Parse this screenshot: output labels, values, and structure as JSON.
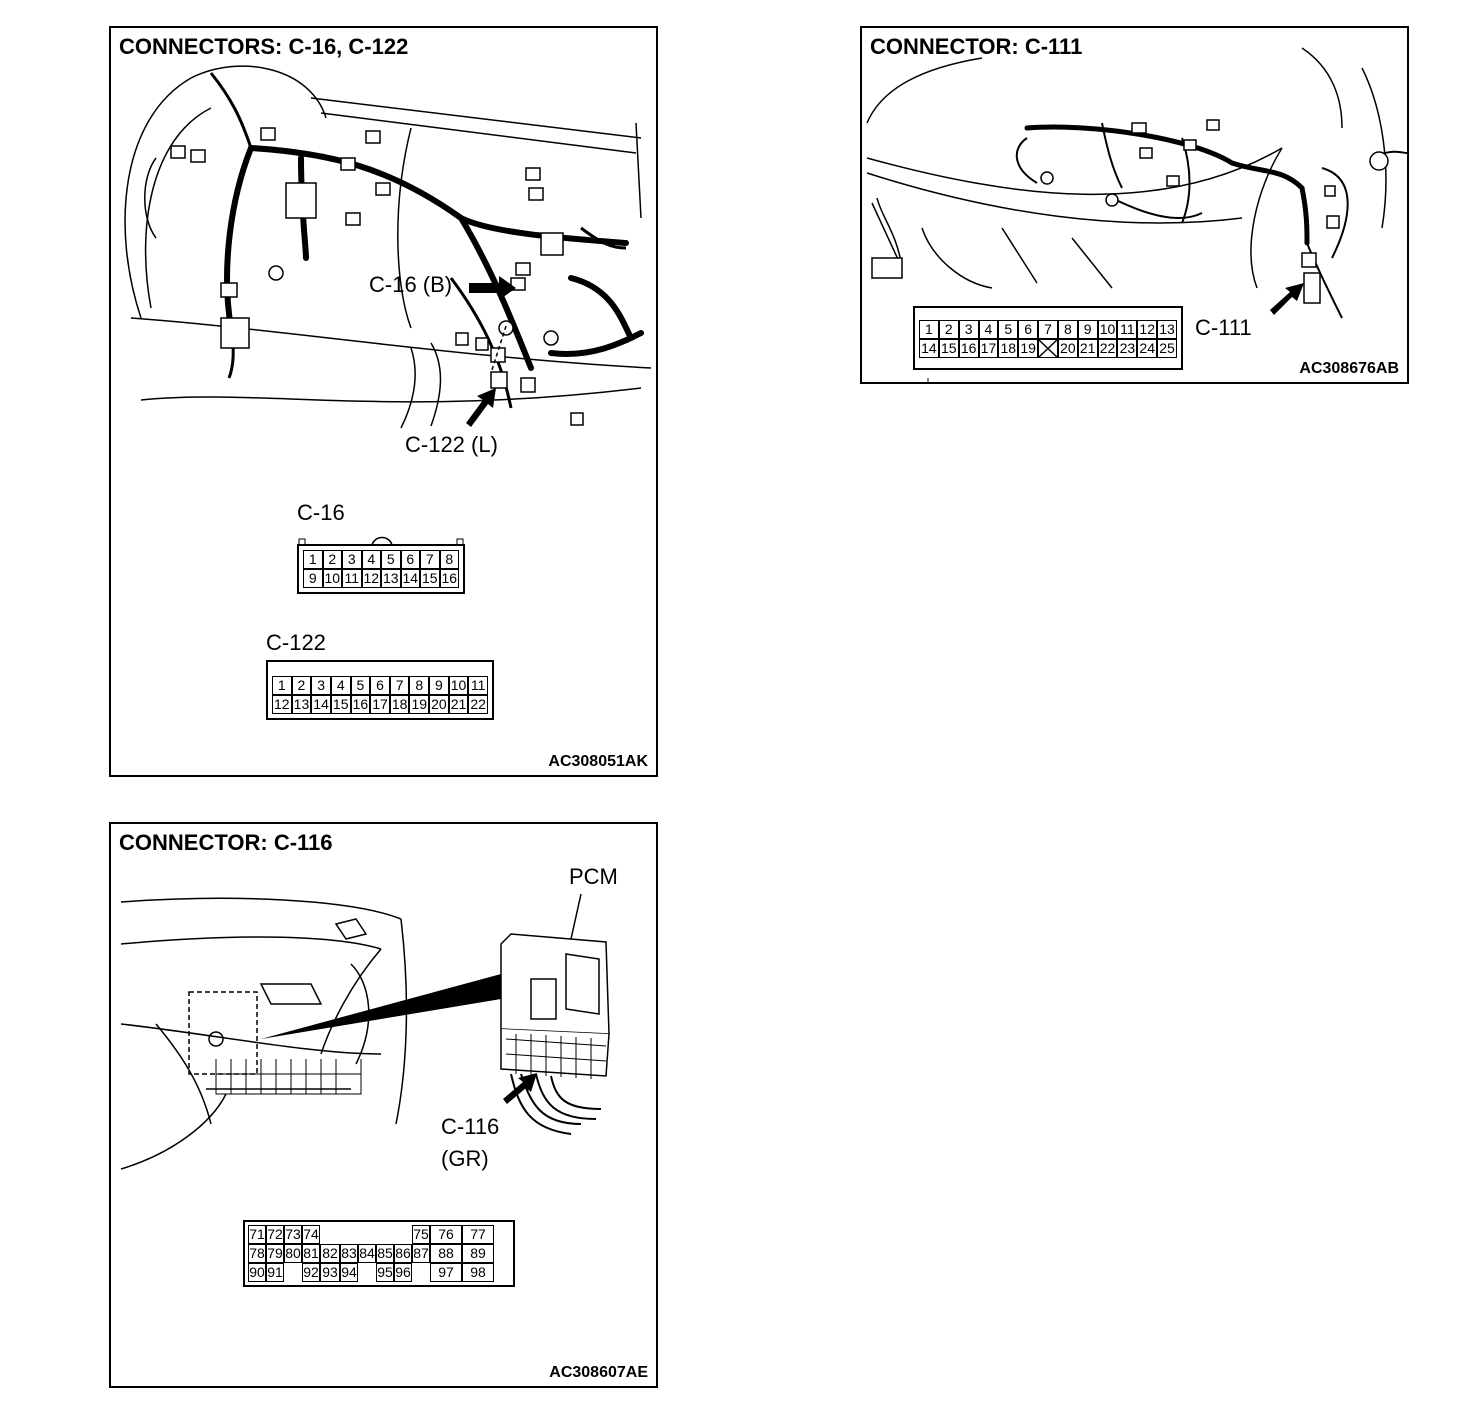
{
  "panels": {
    "p1": {
      "title": "CONNECTORS: C-16, C-122",
      "figure_code": "AC308051AK",
      "callouts": {
        "c16": "C-16 (B)",
        "c122": "C-122 (L)"
      },
      "connectors": {
        "c16": {
          "name": "C-16",
          "rows": [
            [
              "1",
              "2",
              "3",
              "4",
              "5",
              "6",
              "7",
              "8"
            ],
            [
              "9",
              "10",
              "11",
              "12",
              "13",
              "14",
              "15",
              "16"
            ]
          ]
        },
        "c122": {
          "name": "C-122",
          "rows": [
            [
              "1",
              "2",
              "3",
              "4",
              "5",
              "6",
              "7",
              "8",
              "9",
              "10",
              "11"
            ],
            [
              "12",
              "13",
              "14",
              "15",
              "16",
              "17",
              "18",
              "19",
              "20",
              "21",
              "22"
            ]
          ]
        }
      }
    },
    "p2": {
      "title": "CONNECTOR: C-111",
      "figure_code": "AC308676AB",
      "callouts": {
        "c111": "C-111"
      },
      "connector": {
        "name": "C-111",
        "rows": [
          [
            "1",
            "2",
            "3",
            "4",
            "5",
            "6",
            "7",
            "8",
            "9",
            "10",
            "11",
            "12",
            "13"
          ],
          [
            "14",
            "15",
            "16",
            "17",
            "18",
            "19",
            "X",
            "20",
            "21",
            "22",
            "23",
            "24",
            "25"
          ]
        ]
      }
    },
    "p3": {
      "title": "CONNECTOR: C-116",
      "figure_code": "AC308607AE",
      "callouts": {
        "pcm": "PCM",
        "c116": "C-116",
        "gr": "(GR)"
      },
      "connector": {
        "rows": [
          [
            "71",
            "72",
            "73",
            "74",
            "",
            "",
            "",
            "",
            "",
            "75",
            "76",
            "77"
          ],
          [
            "78",
            "79",
            "80",
            "81",
            "82",
            "83",
            "84",
            "85",
            "86",
            "87",
            "88",
            "89"
          ],
          [
            "90",
            "91",
            "",
            "92",
            "93",
            "94",
            "",
            "95",
            "96",
            "",
            "97",
            "98"
          ]
        ]
      }
    }
  }
}
